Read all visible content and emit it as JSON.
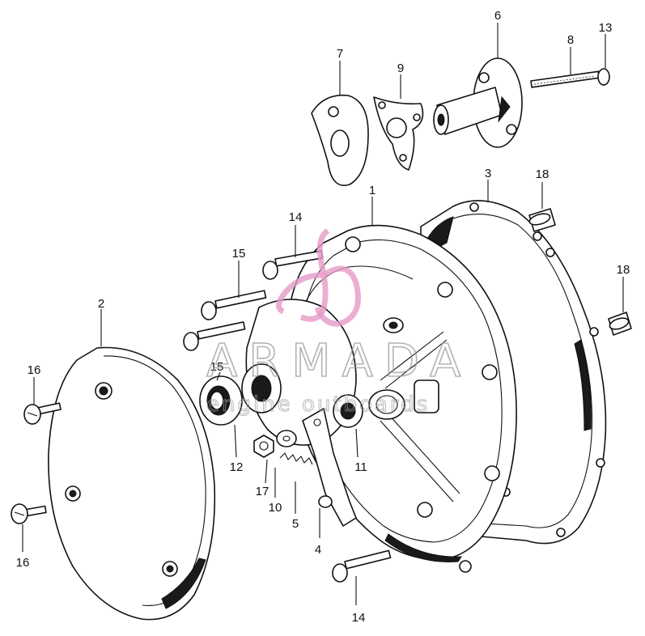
{
  "watermark": {
    "brand": "ARMADA",
    "tagline": "engine outboards",
    "logo_color": "#e69ac8"
  },
  "callouts": [
    {
      "id": "c1",
      "label": "1"
    },
    {
      "id": "c2",
      "label": "2"
    },
    {
      "id": "c3",
      "label": "3"
    },
    {
      "id": "c4",
      "label": "4"
    },
    {
      "id": "c5",
      "label": "5"
    },
    {
      "id": "c6",
      "label": "6"
    },
    {
      "id": "c7",
      "label": "7"
    },
    {
      "id": "c8",
      "label": "8"
    },
    {
      "id": "c9",
      "label": "9"
    },
    {
      "id": "c10",
      "label": "10"
    },
    {
      "id": "c11",
      "label": "11"
    },
    {
      "id": "c12",
      "label": "12"
    },
    {
      "id": "c13",
      "label": "13"
    },
    {
      "id": "c14a",
      "label": "14"
    },
    {
      "id": "c14b",
      "label": "14"
    },
    {
      "id": "c15a",
      "label": "15"
    },
    {
      "id": "c15b",
      "label": "15"
    },
    {
      "id": "c16a",
      "label": "16"
    },
    {
      "id": "c16b",
      "label": "16"
    },
    {
      "id": "c17",
      "label": "17"
    },
    {
      "id": "c18a",
      "label": "18"
    },
    {
      "id": "c18b",
      "label": "18"
    }
  ]
}
